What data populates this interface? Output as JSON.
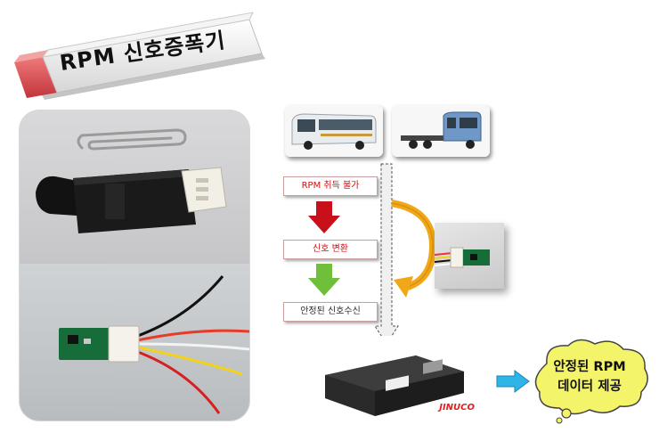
{
  "banner": {
    "title": "RPM 신호증폭기"
  },
  "flow": {
    "step1": "RPM 취득 불가",
    "step2": "신호 변환",
    "step3": "안정된 신호수신"
  },
  "callout": {
    "line1": "안정된 RPM",
    "line2": "데이터 제공"
  },
  "controller": {
    "brand": "JINUCO"
  },
  "colors": {
    "down_arrow_red": "#c8101a",
    "down_arrow_green": "#6fbf3a",
    "curved_arrow": "#f0a818",
    "right_arrow": "#2fb4e8",
    "bubble_fill": "#f4f46a"
  },
  "icons": [
    "red-down-arrow-icon",
    "green-down-arrow-icon",
    "curved-arrow-icon",
    "right-arrow-icon",
    "dashed-down-arrow-icon"
  ]
}
